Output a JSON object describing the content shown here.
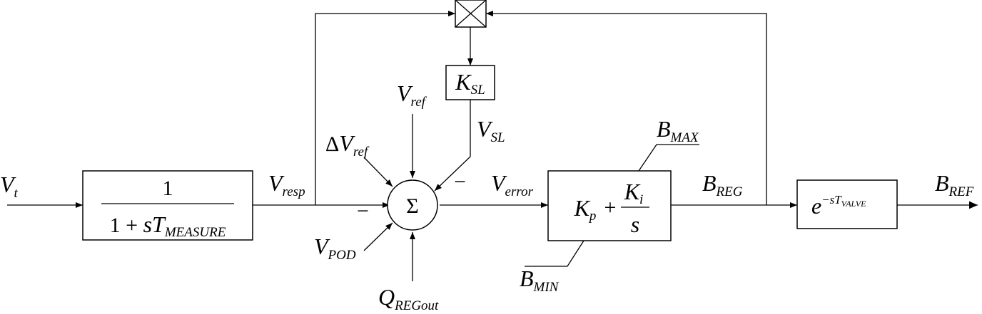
{
  "signals": {
    "vt": {
      "main": "V",
      "sub": "t"
    },
    "vresp": {
      "main": "V",
      "sub": "resp"
    },
    "dvref": {
      "prefix": "Δ",
      "main": "V",
      "sub": "ref"
    },
    "vref": {
      "main": "V",
      "sub": "ref"
    },
    "vsl": {
      "main": "V",
      "sub": "SL"
    },
    "vpod": {
      "main": "V",
      "sub": "POD"
    },
    "qregout": {
      "main": "Q",
      "sub": "REGout"
    },
    "verror": {
      "main": "V",
      "sub": "error"
    },
    "bmax": {
      "main": "B",
      "sub": "MAX"
    },
    "bmin": {
      "main": "B",
      "sub": "MIN"
    },
    "breg": {
      "main": "B",
      "sub": "REG"
    },
    "bref": {
      "main": "B",
      "sub": "REF"
    }
  },
  "blocks": {
    "measure": {
      "numerator": "1",
      "den_prefix": "1 + ",
      "den_main": "sT",
      "den_sub": "MEASURE"
    },
    "ksl": {
      "main": "K",
      "sub": "SL"
    },
    "sum": {
      "symbol": "Σ"
    },
    "pi": {
      "kp_main": "K",
      "kp_sub": "p",
      "plus": "+",
      "ki_main": "K",
      "ki_sub": "i",
      "ki_den": "s"
    },
    "valve": {
      "base": "e",
      "exp_prefix": "−sT",
      "exp_sub": "VALVE"
    }
  },
  "signs": {
    "vresp": "−",
    "vsl": "−"
  }
}
